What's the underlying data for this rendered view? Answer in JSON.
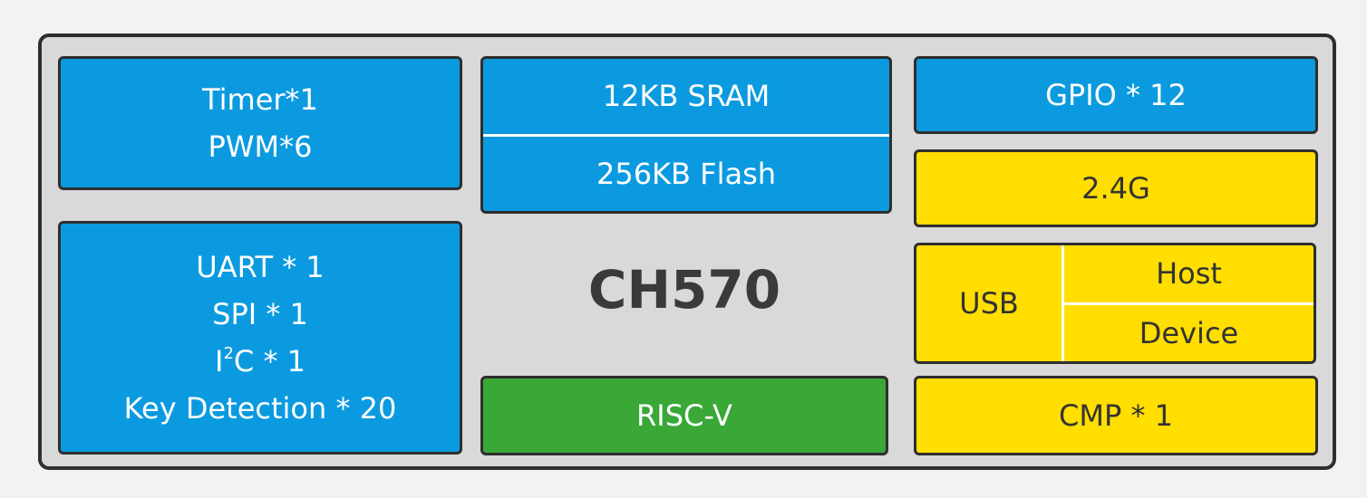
{
  "chip": {
    "name": "CH570"
  },
  "timer_block": {
    "lines": [
      "Timer*1",
      "PWM*6"
    ]
  },
  "comm_block": {
    "uart": "UART * 1",
    "spi": "SPI * 1",
    "i2c_prefix": "I",
    "i2c_sup": "2",
    "i2c_suffix": "C * 1",
    "key": "Key Detection * 20"
  },
  "memory_block": {
    "sram": "12KB SRAM",
    "flash": "256KB Flash"
  },
  "core_block": {
    "label": "RISC-V"
  },
  "gpio_block": {
    "label": "GPIO * 12"
  },
  "radio_block": {
    "label": "2.4G"
  },
  "usb_block": {
    "label": "USB",
    "host": "Host",
    "device": "Device"
  },
  "cmp_block": {
    "label": "CMP * 1"
  },
  "colors": {
    "blue": "#0b9ae0",
    "yellow": "#ffde00",
    "green": "#3aa837",
    "frame": "#d9d9d9",
    "border": "#2e2e2e"
  }
}
